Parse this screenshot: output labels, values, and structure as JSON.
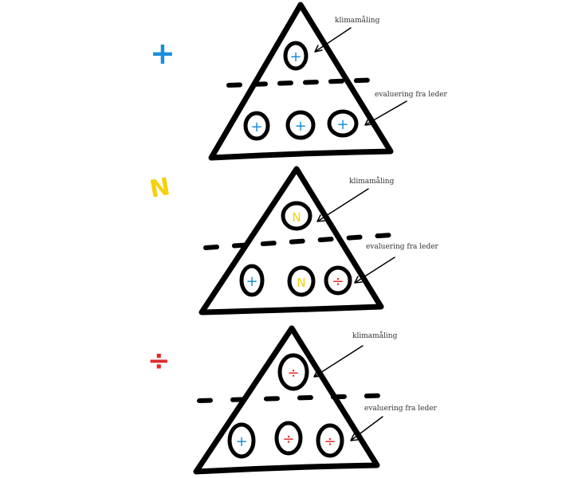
{
  "colors": {
    "plus": "#1a8fdc",
    "neutral": "#f5d10a",
    "minus": "#e02a2a",
    "ink": "#000000"
  },
  "panels": [
    {
      "id": "positive",
      "legend_symbol": "+",
      "legend_color": "plus",
      "label_top": "klimamåling",
      "label_bottom": "evaluering fra leder",
      "top_circle": "+",
      "bottom_circles": [
        "+",
        "+",
        "+"
      ]
    },
    {
      "id": "neutral",
      "legend_symbol": "N",
      "legend_color": "neutral",
      "label_top": "klimamåling",
      "label_bottom": "evaluering fra leder",
      "top_circle": "N",
      "bottom_circles": [
        "+",
        "N",
        "÷"
      ]
    },
    {
      "id": "negative",
      "legend_symbol": "÷",
      "legend_color": "minus",
      "label_top": "klimamåling",
      "label_bottom": "evaluering fra leder",
      "top_circle": "÷",
      "bottom_circles": [
        "+",
        "÷",
        "÷"
      ]
    }
  ]
}
